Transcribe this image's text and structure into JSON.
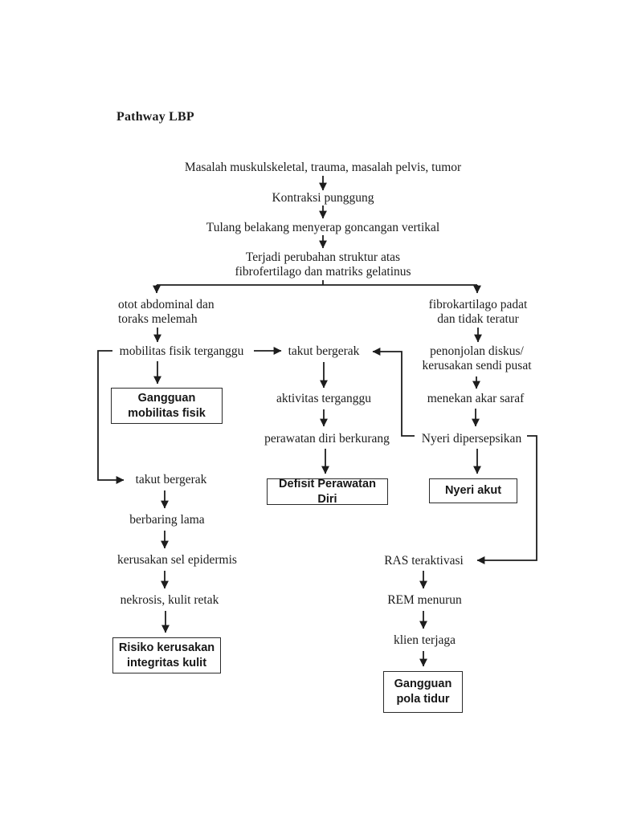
{
  "title": "Pathway LBP",
  "colors": {
    "ink": "#1c1c1c",
    "page_background": "#ffffff"
  },
  "flowchart": {
    "trunk": {
      "root": "Masalah muskulskeletal, trauma, masalah pelvis, tumor",
      "kontraksi": "Kontraksi punggung",
      "tulang": "Tulang belakang menyerap goncangan vertikal",
      "perubahan": "Terjadi perubahan struktur atas\nfibrofertilago dan matriks gelatinus"
    },
    "left": {
      "otot": "otot abdominal dan\ntoraks melemah",
      "mobilitas": "mobilitas fisik terganggu",
      "diagnosis_mobilitas": "Gangguan\nmobilitas fisik",
      "takut_bergerak": "takut bergerak",
      "berbaring": "berbaring lama",
      "epidermis": "kerusakan sel epidermis",
      "nekrosis": "nekrosis, kulit retak",
      "diagnosis_kulit": "Risiko kerusakan\nintegritas kulit"
    },
    "center": {
      "takut_bergerak": "takut bergerak",
      "aktivitas": "aktivitas terganggu",
      "perawatan": "perawatan diri berkurang",
      "diagnosis_perawatan": "Defisit Perawatan Diri"
    },
    "right": {
      "fibrokartilago": "fibrokartilago padat\ndan tidak teratur",
      "penonjolan": "penonjolan diskus/\nkerusakan sendi pusat",
      "menekan": "menekan akar saraf",
      "nyeri": "Nyeri dipersepsikan",
      "diagnosis_nyeri": "Nyeri akut",
      "ras": "RAS teraktivasi",
      "rem": "REM menurun",
      "klien": "klien terjaga",
      "diagnosis_tidur": "Gangguan\npola tidur"
    }
  }
}
